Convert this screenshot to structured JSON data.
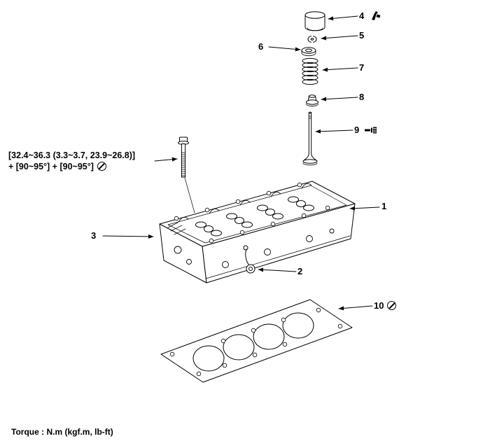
{
  "page": {
    "background": "#ffffff",
    "line_color": "#000000"
  },
  "callouts": [
    {
      "num": "1"
    },
    {
      "num": "2"
    },
    {
      "num": "3"
    },
    {
      "num": "4"
    },
    {
      "num": "5"
    },
    {
      "num": "6"
    },
    {
      "num": "7"
    },
    {
      "num": "8"
    },
    {
      "num": "9"
    },
    {
      "num": "10"
    }
  ],
  "torque_spec": {
    "line1": "[32.4~36.3 (3.3~3.7, 23.9~26.8)]",
    "line2": "+ [90~95°] + [90~95°]"
  },
  "footer": {
    "note": "Torque : N.m (kgf.m, lb-ft)"
  },
  "icons": {
    "non_reusable": "circle-slash-do-not-reuse",
    "sst": "special-service-tool"
  }
}
